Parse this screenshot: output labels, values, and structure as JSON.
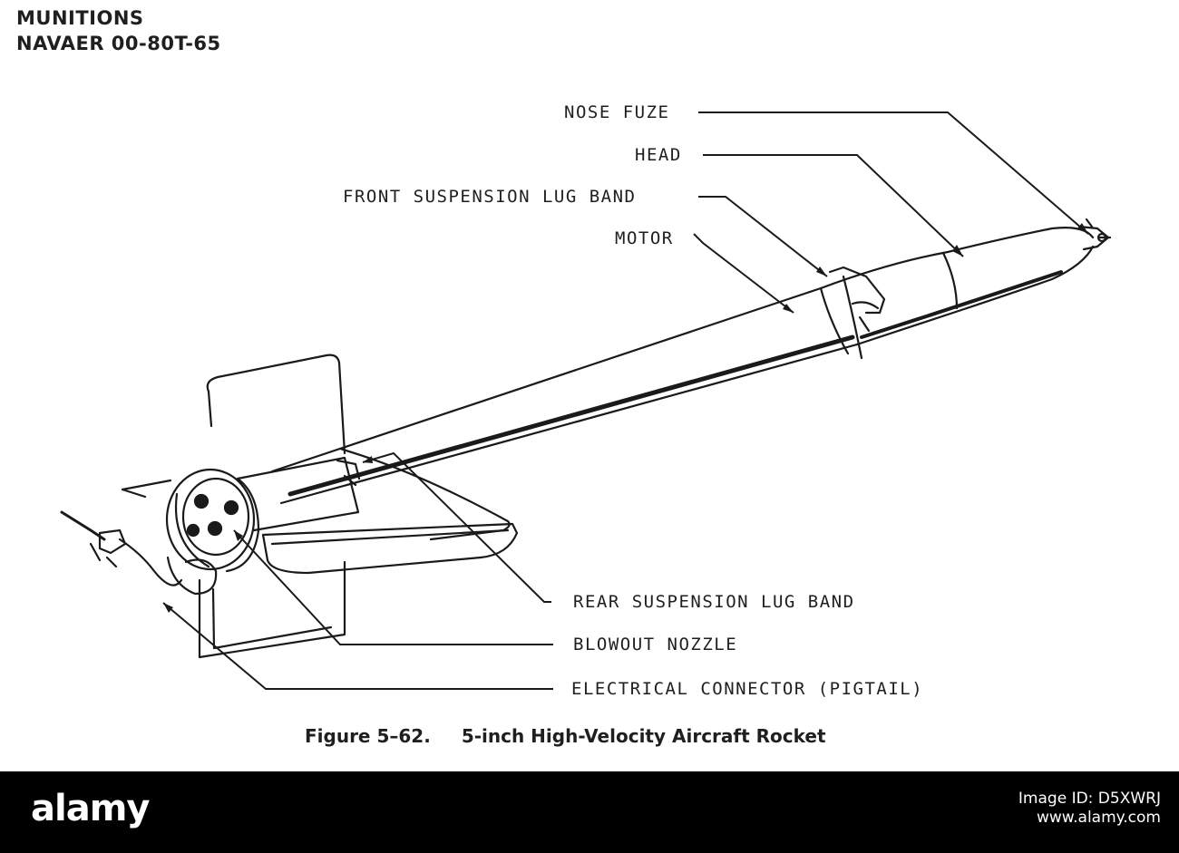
{
  "document": {
    "header_line1": "MUNITIONS",
    "header_line2": "NAVAER 00-80T-65"
  },
  "labels": {
    "nose_fuze": "NOSE FUZE",
    "head": "HEAD",
    "front_lug_band": "FRONT SUSPENSION LUG BAND",
    "motor": "MOTOR",
    "rear_lug_band": "REAR SUSPENSION LUG BAND",
    "blowout_nozzle": "BLOWOUT NOZZLE",
    "electrical_connector": "ELECTRICAL CONNECTOR (PIGTAIL)"
  },
  "caption": {
    "number": "Figure 5–62.",
    "title": "5-inch High-Velocity Aircraft Rocket"
  },
  "watermark": {
    "brand": "alamy",
    "image_id": "Image ID: D5XWRJ",
    "site": "www.alamy.com"
  }
}
